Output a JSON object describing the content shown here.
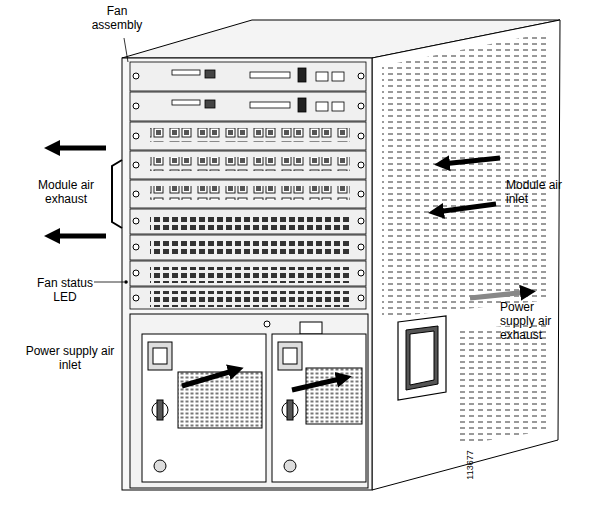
{
  "diagram": {
    "labels": [
      "Fan assembly",
      "Module air exhaust",
      "Module air inlet",
      "Fan status LED",
      "Power supply air inlet",
      "Power supply air exhaust",
      "113677"
    ]
  }
}
